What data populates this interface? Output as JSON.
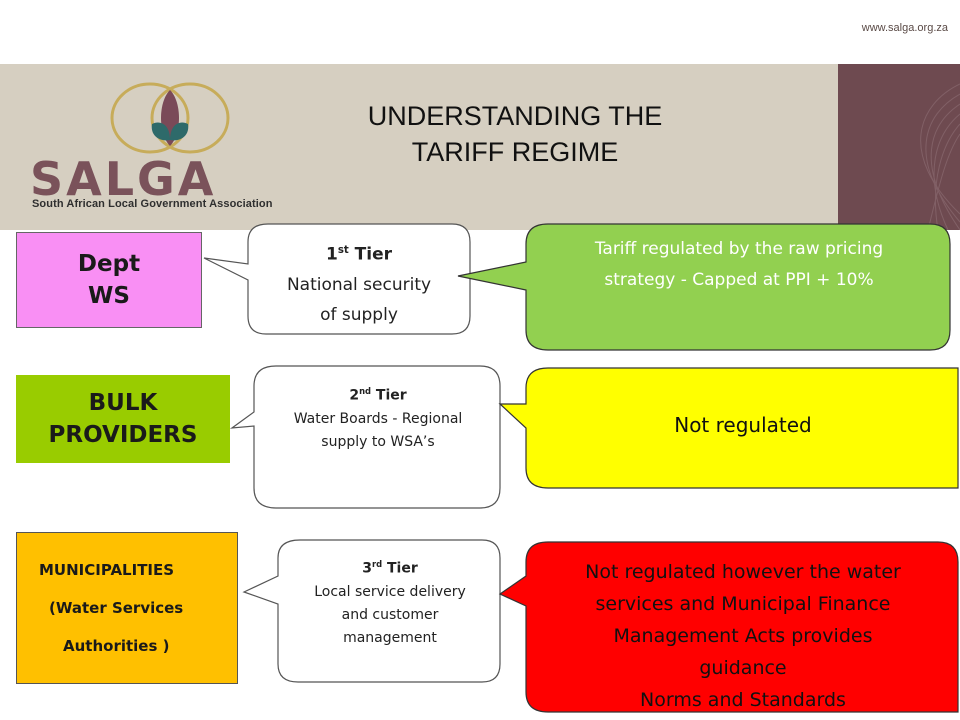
{
  "header": {
    "url": "www.salga.org.za",
    "title_line1": "UNDERSTANDING THE",
    "title_line2": "TARIFF REGIME"
  },
  "logo": {
    "word": "SALGA",
    "subtitle": "South African Local Government Association"
  },
  "tiers": [
    {
      "org_line1": "Dept",
      "org_line2": "WS",
      "tier_num": "1",
      "tier_suffix": "st",
      "tier_word": "Tier",
      "desc_line1": "National security",
      "desc_line2": "of supply",
      "regulation_line1": "Tariff regulated by the raw pricing",
      "regulation_line2": "strategy -  Capped at PPI + 10%"
    },
    {
      "org_line1": "BULK",
      "org_line2": "PROVIDERS",
      "tier_num": "2",
      "tier_suffix": "nd",
      "tier_word": "Tier",
      "desc_line1": "Water Boards  - Regional",
      "desc_line2": "supply to WSA’s",
      "regulation": "Not regulated"
    },
    {
      "org_line1": "MUNICIPALITIES",
      "org_line2": "(Water Services",
      "org_line3": "Authorities )",
      "tier_num": "3",
      "tier_suffix": "rd",
      "tier_word": "Tier",
      "desc_line1": "Local service delivery",
      "desc_line2": "and customer",
      "desc_line3": "management",
      "regulation_line1": "Not regulated however the water",
      "regulation_line2": "services and Municipal Finance",
      "regulation_line3": "Management  Acts  provides",
      "regulation_line4": "guidance",
      "regulation_line5": "Norms and Standards"
    }
  ],
  "colors": {
    "banner": "#d6cfc1",
    "banner_accent": "#6e4a50",
    "dept_box": "#f98ff4",
    "bulk_box": "#99cc00",
    "muni_box": "#ffc000",
    "reg_green": "#92d050",
    "reg_yellow": "#ffff00",
    "reg_red": "#ff0000"
  }
}
